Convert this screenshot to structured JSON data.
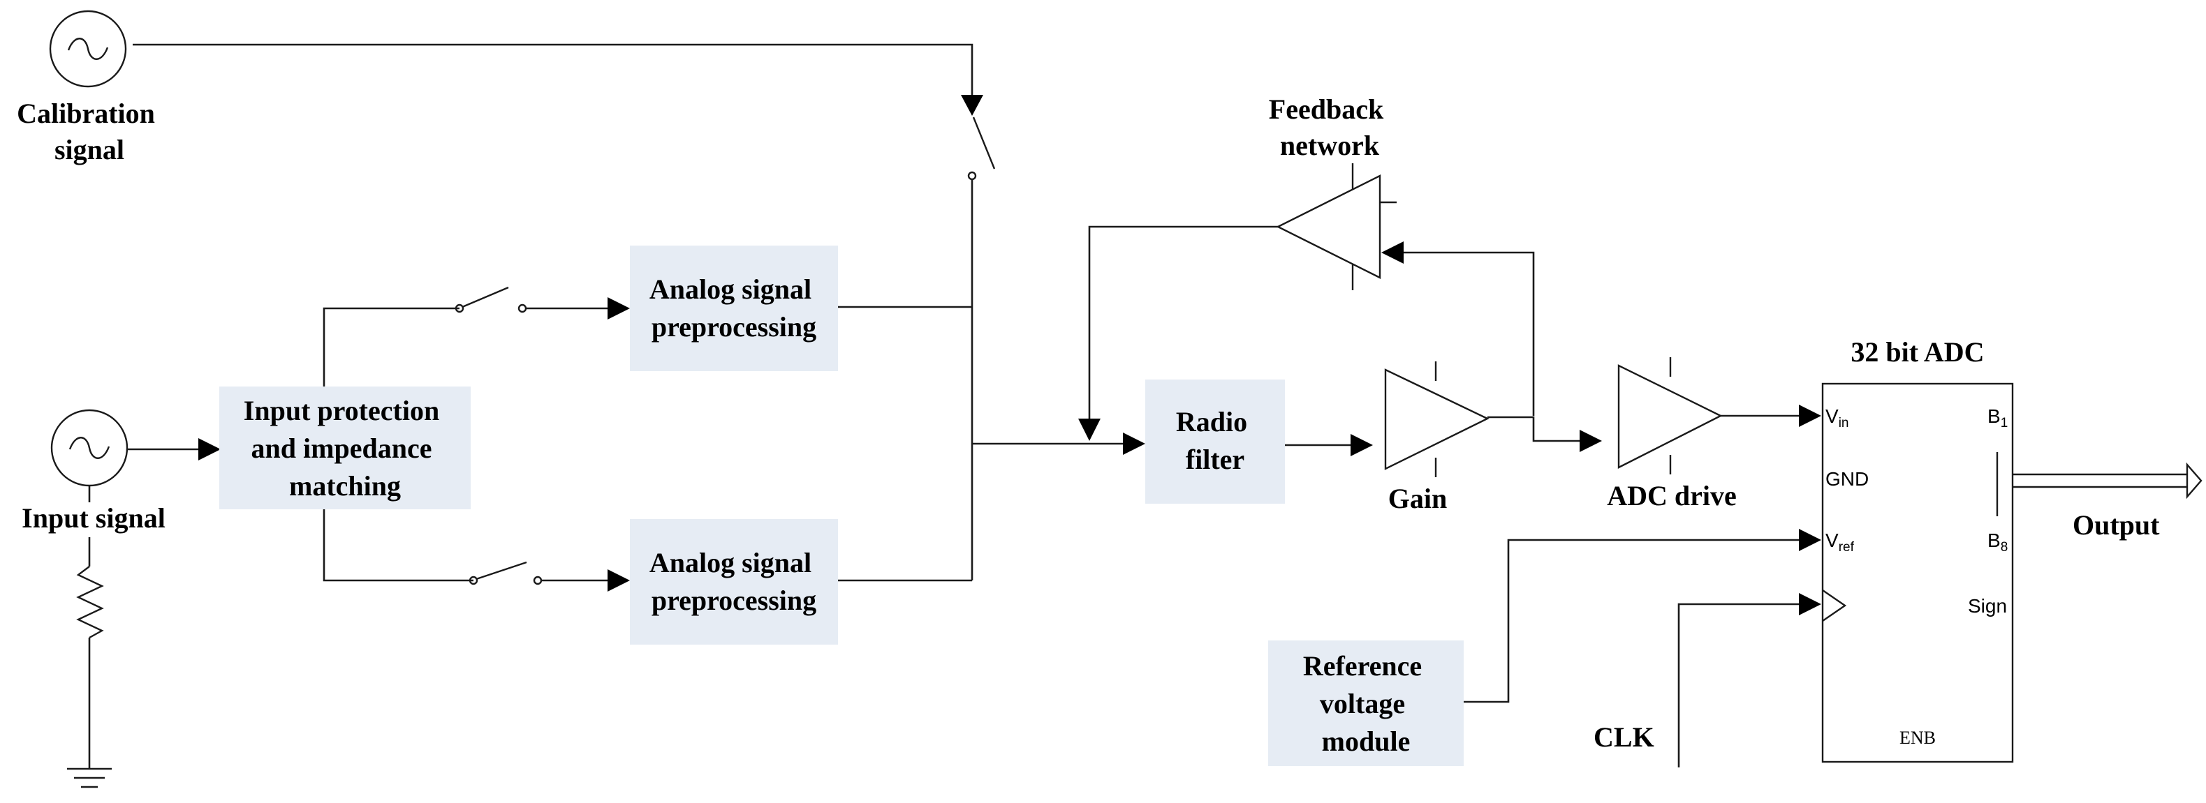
{
  "labels": {
    "calibration_signal": [
      "Calibration",
      "signal"
    ],
    "input_signal": "Input signal",
    "input_protection": [
      "Input protection",
      "and impedance",
      "matching"
    ],
    "analog_preprocessing_top": [
      "Analog signal",
      "preprocessing"
    ],
    "analog_preprocessing_bottom": [
      "Analog signal",
      "preprocessing"
    ],
    "feedback_network": [
      "Feedback",
      "network"
    ],
    "radio_filter": [
      "Radio",
      "filter"
    ],
    "gain": "Gain",
    "adc_drive": "ADC drive",
    "adc_title": "32 bit ADC",
    "reference_voltage": [
      "Reference",
      "voltage",
      "module"
    ],
    "clk": "CLK",
    "output": "Output"
  },
  "adc_pins": {
    "vin": {
      "main": "V",
      "sub": "in"
    },
    "gnd": "GND",
    "vref": {
      "main": "V",
      "sub": "ref"
    },
    "b1": {
      "main": "B",
      "sub": "1"
    },
    "b8": {
      "main": "B",
      "sub": "8"
    },
    "sign": "Sign",
    "enb": "ENB"
  },
  "colors": {
    "block_fill": "#e6ecf4",
    "line": "#1a1a1a",
    "text": "#000000"
  }
}
